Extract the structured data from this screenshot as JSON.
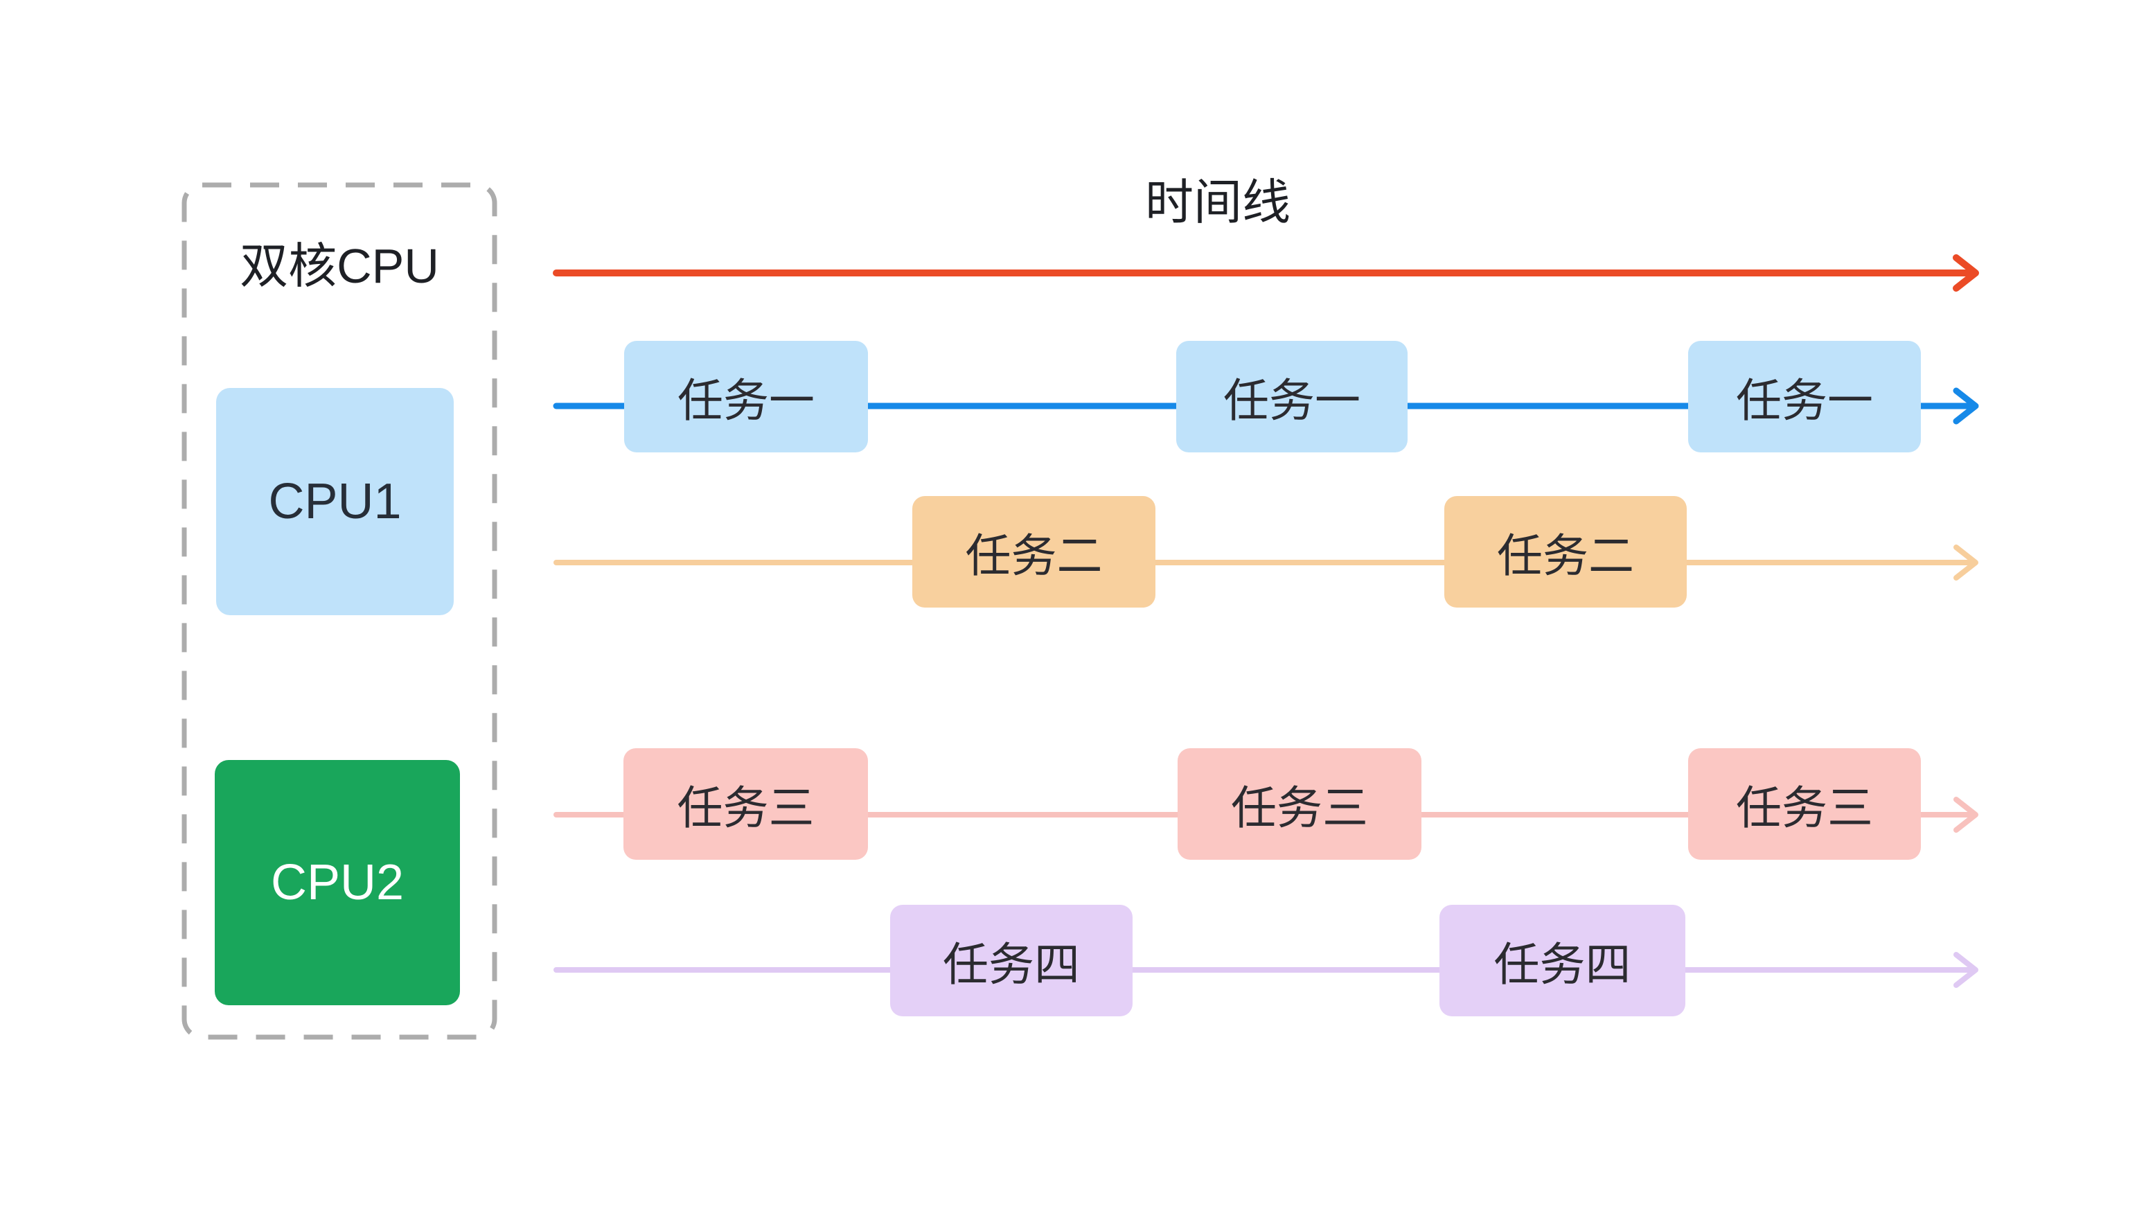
{
  "cpu_panel": {
    "title": "双核CPU",
    "cores": [
      {
        "label": "CPU1",
        "fill_color": "#BFE2FA",
        "text_color": "#272E38"
      },
      {
        "label": "CPU2",
        "fill_color": "#19A65B",
        "text_color": "#FFFFFF"
      }
    ]
  },
  "timeline": {
    "label": "时间线",
    "arrow_color": "#EB4B26"
  },
  "tasks": [
    {
      "label": "任务一",
      "occurrences": 3,
      "line_color": "#1689E8",
      "box_color": "#BFE2FA"
    },
    {
      "label": "任务二",
      "occurrences": 2,
      "line_color": "#F7CE9C",
      "box_color": "#F8D09E"
    },
    {
      "label": "任务三",
      "occurrences": 3,
      "line_color": "#F8C1BD",
      "box_color": "#FBC7C3"
    },
    {
      "label": "任务四",
      "occurrences": 2,
      "line_color": "#DFC9F3",
      "box_color": "#E4D0F7"
    }
  ],
  "colors": {
    "background": "#FFFFFF",
    "dashed_border": "#ACACAC",
    "text_dark": "#2B2B30"
  }
}
